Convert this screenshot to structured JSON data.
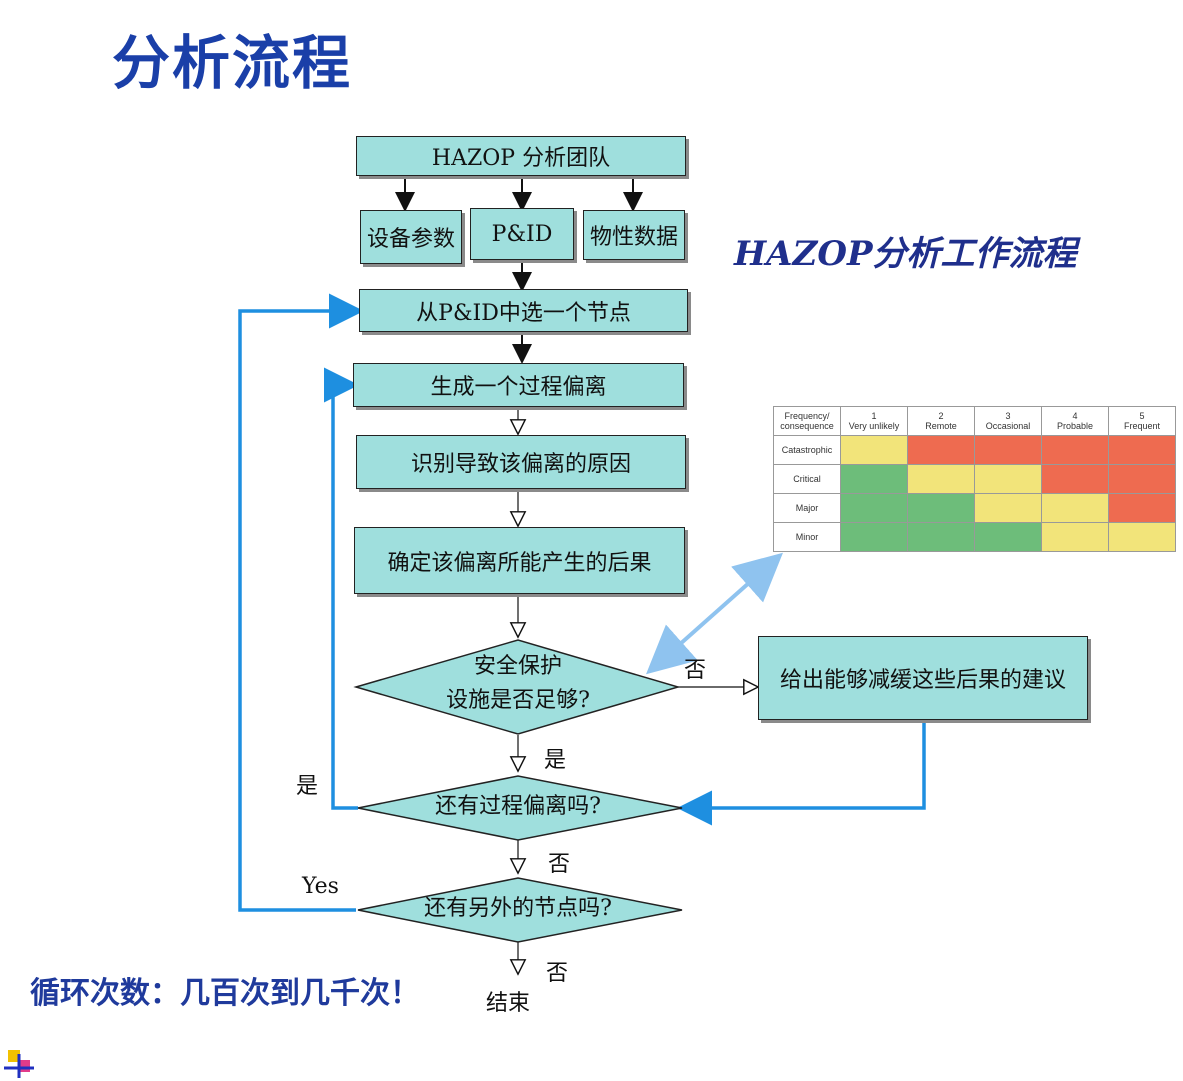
{
  "title": "分析流程",
  "subtitle": "HAZOP分析工作流程",
  "loop_note": "循环次数：几百次到几千次！",
  "boxes": {
    "team": "HAZOP 分析团队",
    "equipment": "设备参数",
    "pid": "P&ID",
    "properties": "物性数据",
    "select_node": "从P&ID中选一个节点",
    "gen_deviation": "生成一个过程偏离",
    "identify_cause": "识别导致该偏离的原因",
    "determine_consequence": "确定该偏离所能产生的后果",
    "recommend": "给出能够减缓这些后果的建议"
  },
  "decisions": {
    "safeguard_line1": "安全保护",
    "safeguard_line2": "设施是否足够?",
    "more_deviation": "还有过程偏离吗?",
    "more_node": "还有另外的节点吗?"
  },
  "labels": {
    "no1": "否",
    "yes1": "是",
    "yes_left": "是",
    "no2": "否",
    "yes_en": "Yes",
    "no3": "否",
    "end": "结束"
  },
  "risk_matrix": {
    "corner": "Frequency/ consequence",
    "columns": [
      {
        "num": "1",
        "name": "Very unlikely"
      },
      {
        "num": "2",
        "name": "Remote"
      },
      {
        "num": "3",
        "name": "Occasional"
      },
      {
        "num": "4",
        "name": "Probable"
      },
      {
        "num": "5",
        "name": "Frequent"
      }
    ],
    "rows": [
      {
        "name": "Catastrophic",
        "cells": [
          "y",
          "r",
          "r",
          "r",
          "r"
        ]
      },
      {
        "name": "Critical",
        "cells": [
          "g",
          "y",
          "y",
          "r",
          "r"
        ]
      },
      {
        "name": "Major",
        "cells": [
          "g",
          "g",
          "y",
          "y",
          "r"
        ]
      },
      {
        "name": "Minor",
        "cells": [
          "g",
          "g",
          "g",
          "y",
          "y"
        ]
      }
    ],
    "colors": {
      "green": "#6dbd7a",
      "yellow": "#f2e47a",
      "red": "#ee6b50"
    }
  },
  "colors": {
    "box_fill": "#9fdfdd",
    "loop_line": "#1e8fe0",
    "title": "#1a3fa8"
  }
}
